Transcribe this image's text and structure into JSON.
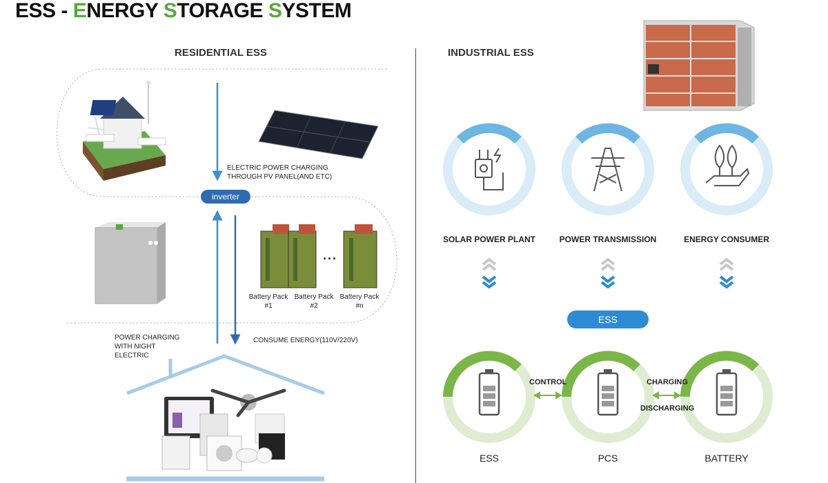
{
  "title": {
    "part1": "ESS - ",
    "e": "E",
    "part2": "NERGY ",
    "s1": "S",
    "part3": "TORAGE ",
    "s2": "S",
    "part4": "YSTEM"
  },
  "residential": {
    "heading": "RESIDENTIAL ESS",
    "pv_charging_line1": "ELECTRIC POWER CHARGING",
    "pv_charging_line2": "THROUGH PV PANEL(AND ETC)",
    "inverter": "inverter",
    "battery_packs": [
      {
        "name": "Battery Pack",
        "num": "#1"
      },
      {
        "name": "Battery Pack",
        "num": "#2"
      },
      {
        "name": "Battery Pack",
        "num": "#n"
      }
    ],
    "ellipsis": "...",
    "night_line1": "POWER CHARGING",
    "night_line2": "WITH NIGHT ELECTRIC",
    "consume": "CONSUME ENERGY(110V/220V)"
  },
  "industrial": {
    "heading": "INDUSTRIAL ESS",
    "sources": [
      {
        "label": "SOLAR POWER PLANT",
        "icon": "plug-icon"
      },
      {
        "label": "POWER TRANSMISSION",
        "icon": "tower-icon"
      },
      {
        "label": "ENERGY CONSUMER",
        "icon": "hand-plant-icon"
      }
    ],
    "ess_button": "ESS",
    "components": [
      {
        "label": "ESS",
        "icon": "battery-icon"
      },
      {
        "label": "PCS",
        "icon": "battery-icon"
      },
      {
        "label": "BATTERY",
        "icon": "battery-icon"
      }
    ],
    "control": "CONTROL",
    "charging": "CHARGING",
    "discharging": "DISCHARGING"
  },
  "colors": {
    "accent_green": "#58a83c",
    "accent_blue": "#2d8bd6",
    "inverter_blue": "#2f6bb0",
    "ring_green": "#7ab648",
    "ring_blue": "#6db5e3"
  }
}
